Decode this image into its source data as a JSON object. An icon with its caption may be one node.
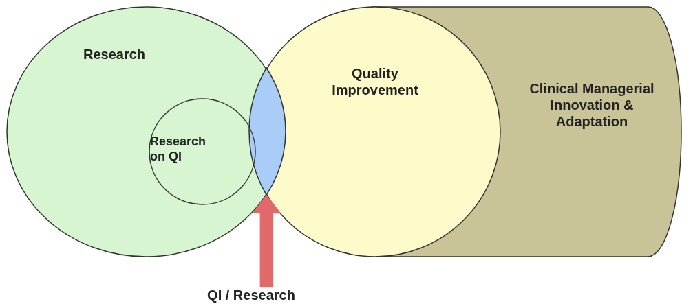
{
  "diagram": {
    "nodes": [
      {
        "text": [
          "Research"
        ]
      },
      {
        "text": [
          "Research on QI"
        ],
        "in": 0
      },
      {
        "text": [
          "Quality Improvement"
        ]
      },
      {
        "text": [
          "Clinical Managerial Innovation & Adaptation"
        ]
      },
      {
        "text": [],
        "shape": "lens"
      },
      {
        "text": [
          "QI / Research"
        ]
      }
    ],
    "edges": [
      {
        "from": 5,
        "to": 4,
        "arrow": "to",
        "style": "thick",
        "color": "#e06a6a"
      }
    ]
  }
}
